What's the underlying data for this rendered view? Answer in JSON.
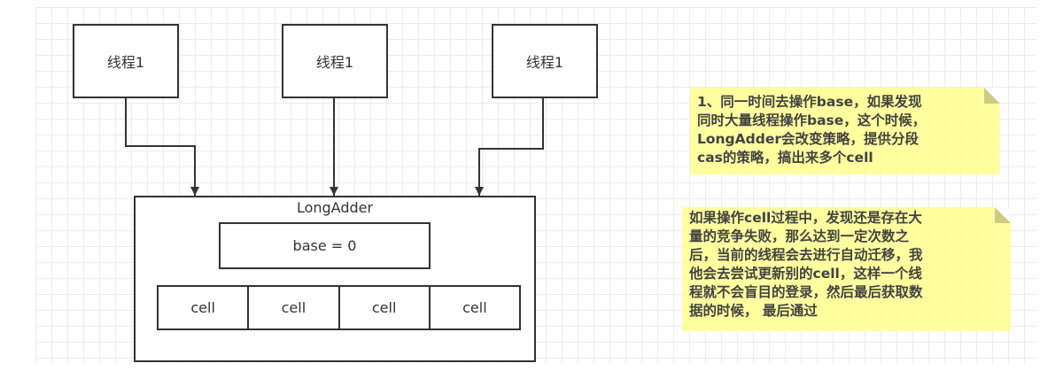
{
  "diagram": {
    "threads": [
      {
        "label": "线程1"
      },
      {
        "label": "线程1"
      },
      {
        "label": "线程1"
      }
    ],
    "long_adder": {
      "title": "LongAdder",
      "base_label": "base = 0",
      "cells": [
        {
          "label": "cell"
        },
        {
          "label": "cell"
        },
        {
          "label": "cell"
        },
        {
          "label": "cell"
        }
      ]
    },
    "notes": [
      {
        "lines": [
          "1、同一时间去操作base，如果发现",
          "同时大量线程操作base，这个时候，",
          "LongAdder会改变策略，提供分段",
          "cas的策略，搞出来多个cell"
        ]
      },
      {
        "lines": [
          "如果操作cell过程中，发现还是存在大",
          "量的竞争失败，那么达到一定次数之",
          "后，当前的线程会去进行自动迁移，我",
          "他会去尝试更新别的cell，这样一个线",
          "程就不会盲目的登录，然后最后获取数",
          "据的时候， 最后通过"
        ]
      }
    ],
    "colors": {
      "stroke": "#333333",
      "note_fill": "#ffff99",
      "note_fold": "#c8c87a",
      "grid": "#ececec"
    }
  }
}
